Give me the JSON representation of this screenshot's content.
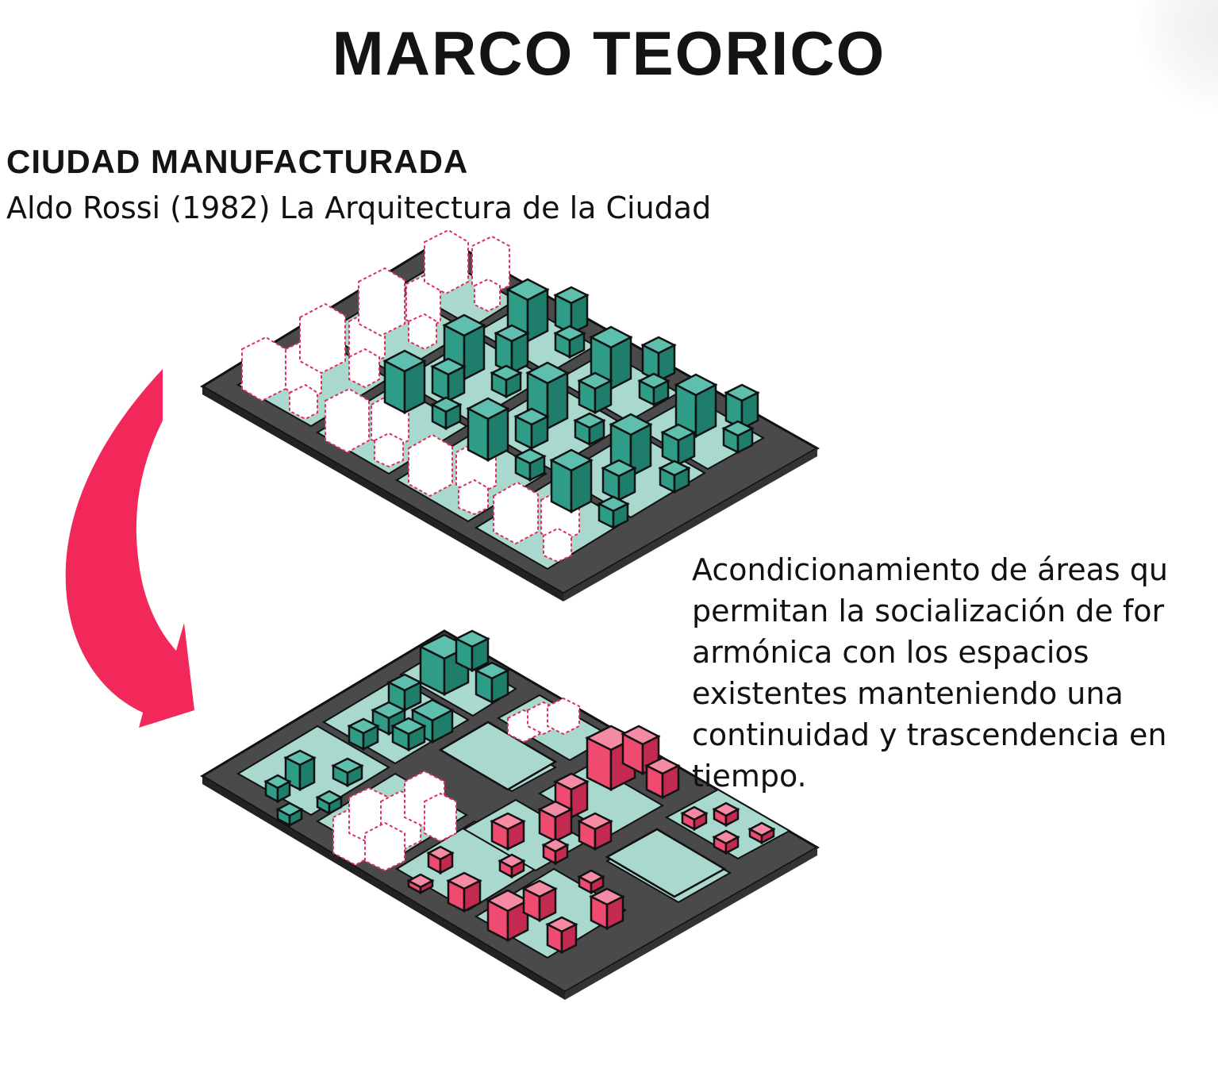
{
  "header": {
    "title": "MARCO TEORICO"
  },
  "section": {
    "heading": "CIUDAD MANUFACTURADA",
    "reference": "Aldo Rossi (1982) La Arquitectura de la Ciudad"
  },
  "description": {
    "lines": [
      "Acondicionamiento de áreas qu",
      "permitan la socialización de for",
      "armónica con los espacios",
      "existentes manteniendo una",
      "continuidad y trascendencia en",
      "tiempo."
    ]
  },
  "colors": {
    "accent_arrow": "#f2285a",
    "existing_buildings": "#2f9c88",
    "new_buildings": "#ef4a70",
    "ground_green": "#a9d8cf",
    "platform": "#555555",
    "dashed_outline": "#e0305a"
  },
  "icons": {
    "transition_arrow": "curved-arrow-down-icon",
    "before_model": "isometric-city-before",
    "after_model": "isometric-city-after"
  }
}
